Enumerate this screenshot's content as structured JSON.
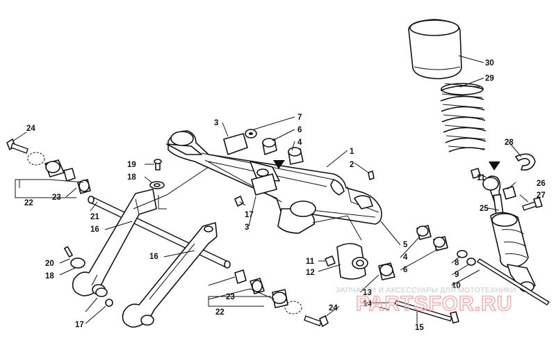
{
  "diagram": {
    "callouts": [
      "1",
      "2",
      "3",
      "3",
      "4",
      "4",
      "5",
      "6",
      "6",
      "7",
      "8",
      "9",
      "10",
      "11",
      "11",
      "12",
      "13",
      "14",
      "15",
      "16",
      "16",
      "17",
      "17",
      "18",
      "18",
      "19",
      "20",
      "21",
      "22",
      "22",
      "23",
      "23",
      "24",
      "24",
      "25",
      "26",
      "27",
      "28",
      "29",
      "30"
    ]
  },
  "watermark": {
    "caption": "ЗАПЧАСТИ И АКСЕССУАРЫ ДЛЯ МОТОТЕХНИКИ",
    "site": "PARTSFOR.RU"
  },
  "colors": {
    "line": "#111111",
    "watermark_caption": "#c9c9c9",
    "watermark_site": "#f0b3b3"
  }
}
